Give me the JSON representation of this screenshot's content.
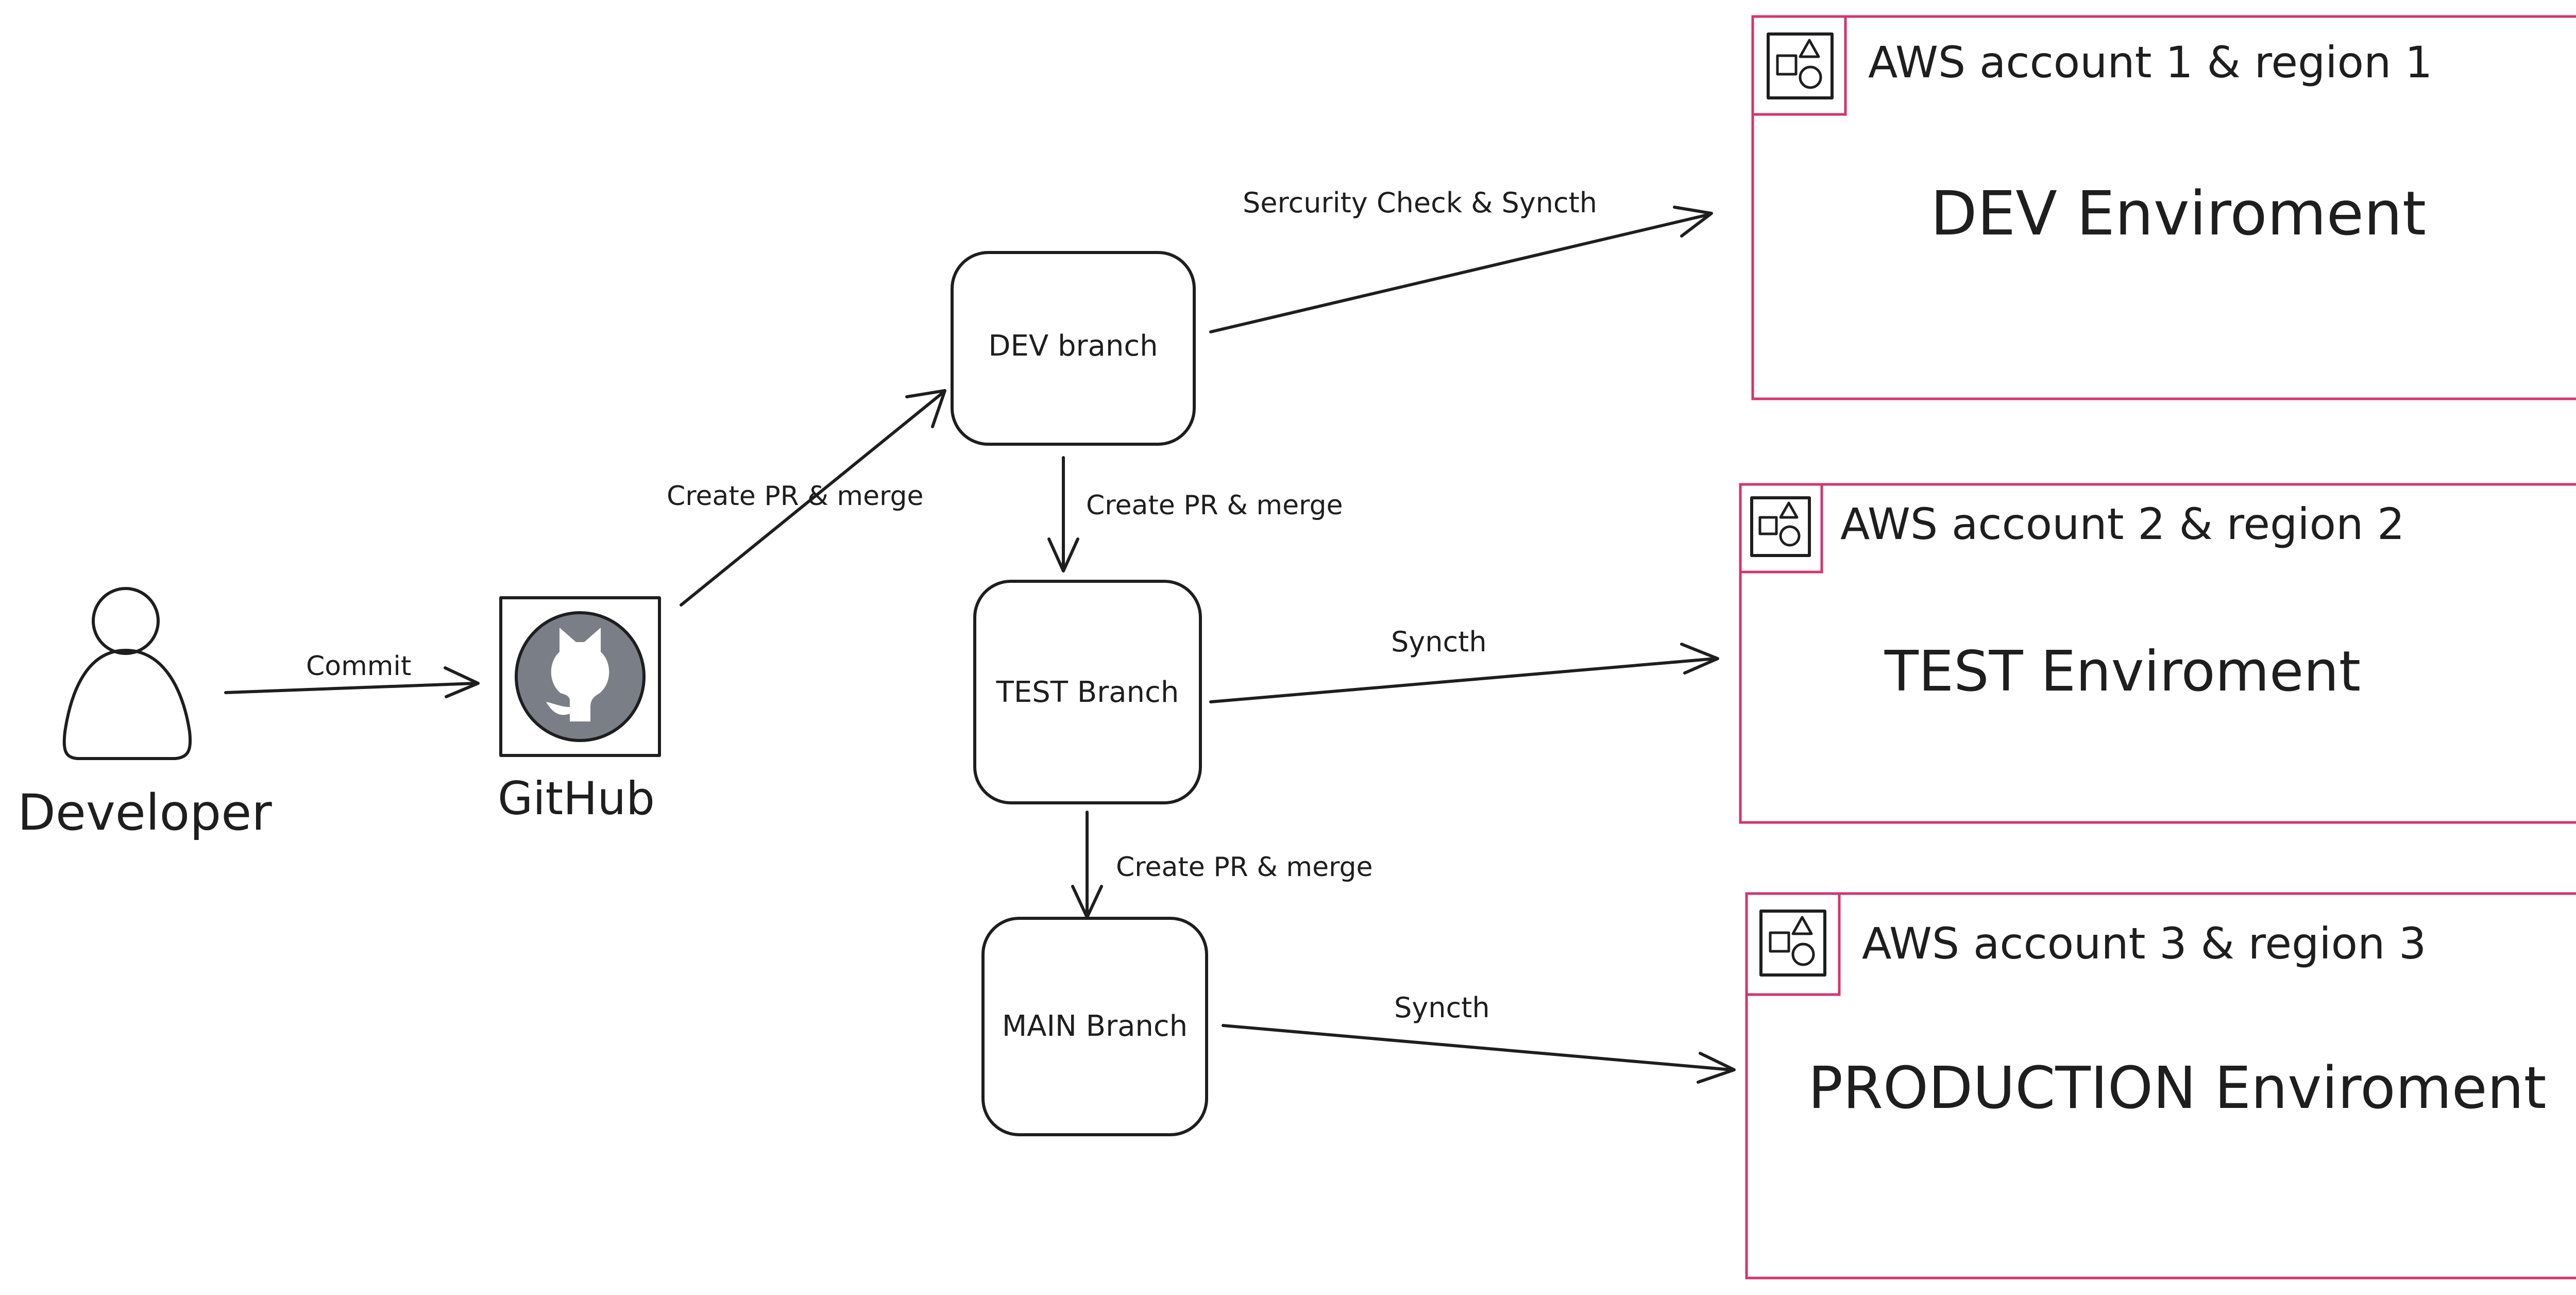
{
  "colors": {
    "ink": "#1e1e1e",
    "accent": "#d6336c",
    "hatch": "#b8bdc8",
    "github_circle": "#7a7f87"
  },
  "nodes": {
    "developer": {
      "label": "Developer",
      "icon": "person-icon"
    },
    "github": {
      "label": "GitHub",
      "icon": "github-icon"
    },
    "dev_branch": {
      "label": "DEV branch"
    },
    "test_branch": {
      "label": "TEST Branch"
    },
    "main_branch": {
      "label": "MAIN Branch"
    }
  },
  "environments": [
    {
      "account": "AWS account 1 & region 1",
      "label": "DEV Enviroment",
      "icon": "aws-account-icon"
    },
    {
      "account": "AWS account 2 & region 2",
      "label": "TEST Enviroment",
      "icon": "aws-account-icon"
    },
    {
      "account": "AWS account 3 & region 3",
      "label": "PRODUCTION Enviroment",
      "icon": "aws-account-icon"
    }
  ],
  "edges": {
    "commit": "Commit",
    "github_to_dev": "Create PR & merge",
    "dev_to_test": "Create PR & merge",
    "test_to_main": "Create PR & merge",
    "dev_deploy": "Sercurity Check & Syncth",
    "test_deploy": "Syncth",
    "main_deploy": "Syncth"
  }
}
